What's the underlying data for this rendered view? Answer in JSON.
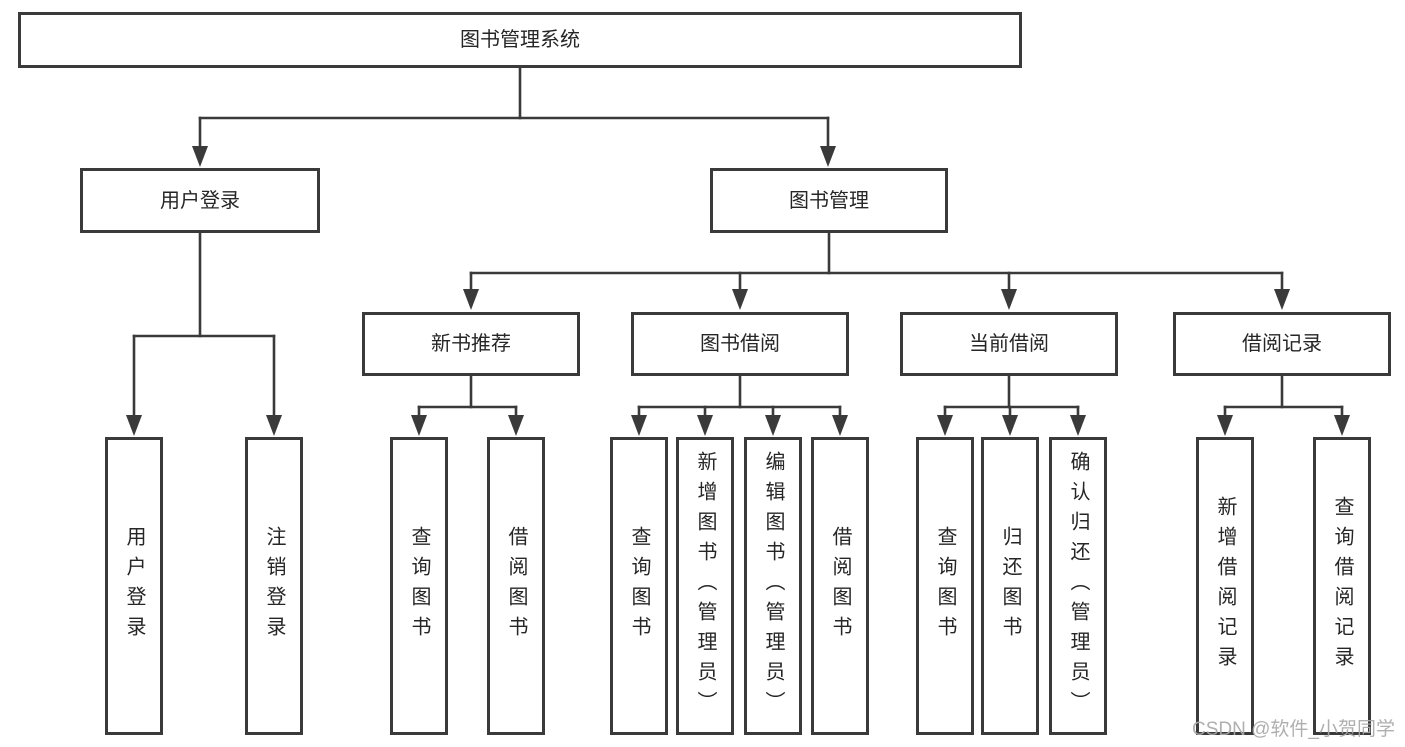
{
  "diagram": {
    "title": "图书管理系统",
    "colors": {
      "line": "#3a3a3a",
      "text": "#262626",
      "background": "#ffffff",
      "watermark": "#a9a9a9"
    },
    "root": {
      "label": "图书管理系统"
    },
    "branches": [
      {
        "label": "用户登录",
        "children": [
          {
            "label": "用户登录"
          },
          {
            "label": "注销登录"
          }
        ]
      },
      {
        "label": "图书管理",
        "sections": [
          {
            "label": "新书推荐",
            "children": [
              {
                "label": "查询图书"
              },
              {
                "label": "借阅图书"
              }
            ]
          },
          {
            "label": "图书借阅",
            "children": [
              {
                "label": "查询图书"
              },
              {
                "label": "新增图书（管理员）"
              },
              {
                "label": "编辑图书（管理员）"
              },
              {
                "label": "借阅图书"
              }
            ]
          },
          {
            "label": "当前借阅",
            "children": [
              {
                "label": "查询图书"
              },
              {
                "label": "归还图书"
              },
              {
                "label": "确认归还（管理员）"
              }
            ]
          },
          {
            "label": "借阅记录",
            "children": [
              {
                "label": "新增借阅记录"
              },
              {
                "label": "查询借阅记录"
              }
            ]
          }
        ]
      }
    ],
    "watermark": "CSDN @软件_小贺同学"
  }
}
